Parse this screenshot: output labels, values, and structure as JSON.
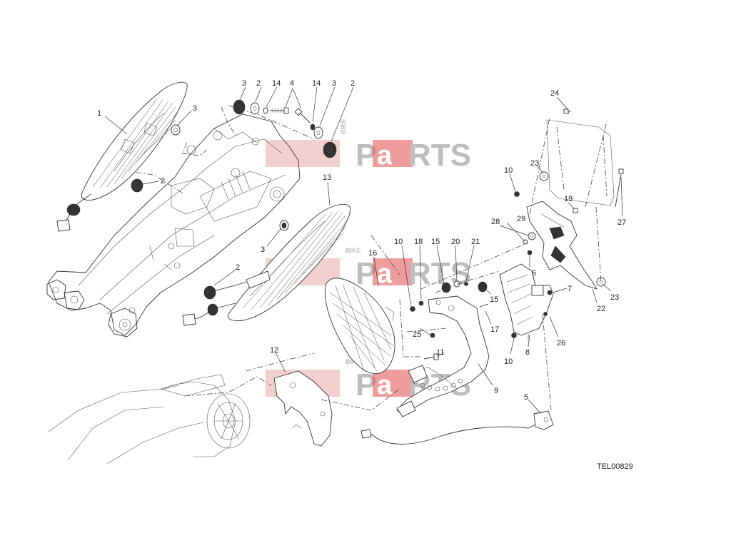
{
  "diagram": {
    "reference_code": "TEL00829",
    "callouts": [
      {
        "id": "c1",
        "text": "1"
      },
      {
        "id": "c2a",
        "text": "2"
      },
      {
        "id": "c3a",
        "text": "3"
      },
      {
        "id": "c14a",
        "text": "14"
      },
      {
        "id": "c4",
        "text": "4"
      },
      {
        "id": "c14b",
        "text": "14"
      },
      {
        "id": "c3b",
        "text": "3"
      },
      {
        "id": "c2b",
        "text": "2"
      },
      {
        "id": "c3c",
        "text": "3"
      },
      {
        "id": "c2c",
        "text": "2"
      },
      {
        "id": "c13",
        "text": "13"
      },
      {
        "id": "c3d",
        "text": "3"
      },
      {
        "id": "c2d",
        "text": "2"
      },
      {
        "id": "c24",
        "text": "24"
      },
      {
        "id": "c10a",
        "text": "10"
      },
      {
        "id": "c23a",
        "text": "23"
      },
      {
        "id": "c19",
        "text": "19"
      },
      {
        "id": "c27",
        "text": "27"
      },
      {
        "id": "c28",
        "text": "28"
      },
      {
        "id": "c29",
        "text": "29"
      },
      {
        "id": "c16",
        "text": "16"
      },
      {
        "id": "c10b",
        "text": "10"
      },
      {
        "id": "c18",
        "text": "18"
      },
      {
        "id": "c15a",
        "text": "15"
      },
      {
        "id": "c20",
        "text": "20"
      },
      {
        "id": "c21",
        "text": "21"
      },
      {
        "id": "c6",
        "text": "6"
      },
      {
        "id": "c15b",
        "text": "15"
      },
      {
        "id": "c7",
        "text": "7"
      },
      {
        "id": "c23b",
        "text": "23"
      },
      {
        "id": "c22",
        "text": "22"
      },
      {
        "id": "c25",
        "text": "25"
      },
      {
        "id": "c17",
        "text": "17"
      },
      {
        "id": "c26",
        "text": "26"
      },
      {
        "id": "c8",
        "text": "8"
      },
      {
        "id": "c10c",
        "text": "10"
      },
      {
        "id": "c11",
        "text": "11"
      },
      {
        "id": "c9",
        "text": "9"
      },
      {
        "id": "c12",
        "text": "12"
      },
      {
        "id": "c5",
        "text": "5"
      }
    ]
  },
  "watermarks": [
    {
      "left_text": "Pa",
      "right_text": "RTS",
      "vertical_text": "BIKE"
    },
    {
      "left_text": "Pa",
      "right_text": "RTS",
      "vertical_text": "BIKE"
    },
    {
      "left_text": "Pa",
      "right_text": "RTS",
      "vertical_text": "BIKE"
    }
  ],
  "colors": {
    "watermark_box": "#e8aaaa",
    "watermark_text": "#b0b0b0",
    "watermark_accent": "#e04a4a",
    "line": "#333333"
  }
}
